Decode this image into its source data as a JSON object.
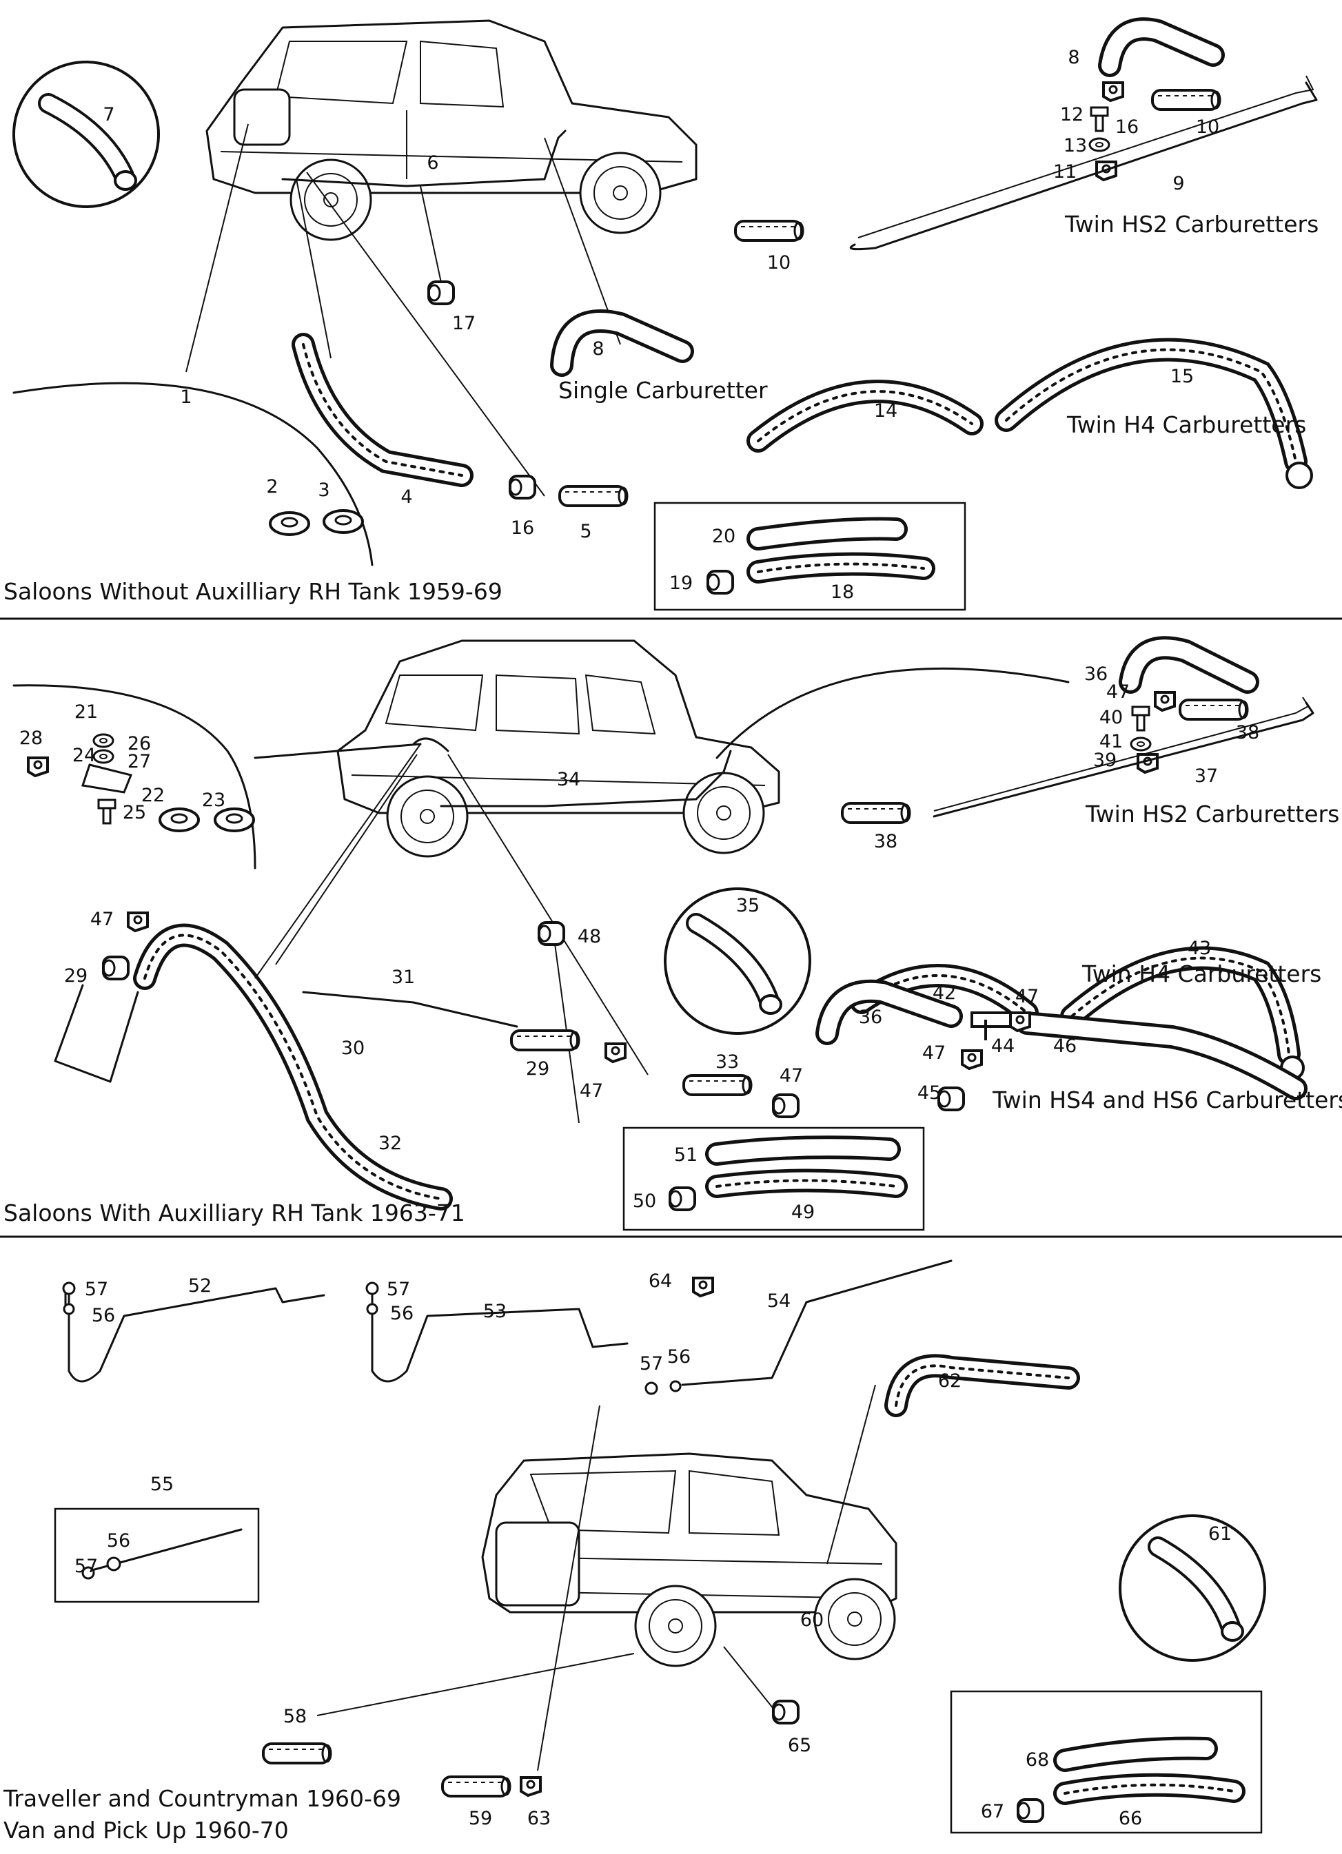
{
  "sections": [
    {
      "caption": "Saloons Without Auxilliary RH Tank 1959-69",
      "labels": {
        "carb_single": "Single Carburetter",
        "carb_hs2": "Twin HS2 Carburetters",
        "carb_h4": "Twin H4 Carburetters"
      },
      "part_numbers": [
        "1",
        "2",
        "3",
        "4",
        "5",
        "6",
        "7",
        "8",
        "8",
        "9",
        "10",
        "10",
        "11",
        "12",
        "13",
        "14",
        "15",
        "16",
        "16",
        "17",
        "18",
        "19",
        "20"
      ]
    },
    {
      "caption": "Saloons With Auxilliary RH Tank 1963-71",
      "labels": {
        "carb_hs2": "Twin HS2 Carburetters",
        "carb_h4": "Twin H4 Carburetters",
        "carb_hs4_hs6": "Twin HS4 and HS6 Carburetters"
      },
      "part_numbers": [
        "21",
        "22",
        "23",
        "24",
        "25",
        "26",
        "27",
        "28",
        "29",
        "29",
        "30",
        "31",
        "32",
        "33",
        "34",
        "35",
        "36",
        "36",
        "37",
        "38",
        "38",
        "39",
        "40",
        "41",
        "42",
        "43",
        "44",
        "45",
        "46",
        "47",
        "47",
        "47",
        "47",
        "47",
        "47",
        "48",
        "49",
        "50",
        "51"
      ]
    },
    {
      "caption_line1": "Traveller and Countryman 1960-69",
      "caption_line2": "Van and Pick Up 1960-70",
      "part_numbers": [
        "52",
        "53",
        "54",
        "55",
        "56",
        "56",
        "56",
        "56",
        "57",
        "57",
        "57",
        "57",
        "58",
        "59",
        "60",
        "61",
        "62",
        "63",
        "64",
        "65",
        "66",
        "67",
        "68"
      ]
    }
  ]
}
